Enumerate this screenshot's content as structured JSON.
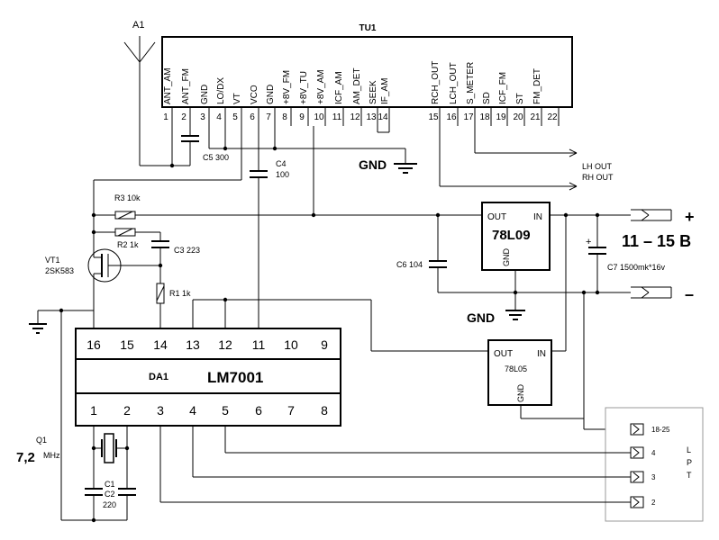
{
  "tuner": {
    "name": "TU1",
    "pins": [
      {
        "num": "1",
        "label": "ANT_AM"
      },
      {
        "num": "2",
        "label": "ANT_FM"
      },
      {
        "num": "3",
        "label": "GND"
      },
      {
        "num": "4",
        "label": "LO/DX"
      },
      {
        "num": "5",
        "label": "VT"
      },
      {
        "num": "6",
        "label": "VCO"
      },
      {
        "num": "7",
        "label": "GND"
      },
      {
        "num": "8",
        "label": "+8V_FM"
      },
      {
        "num": "9",
        "label": "+8V_TU"
      },
      {
        "num": "10",
        "label": "+8V_AM"
      },
      {
        "num": "11",
        "label": "ICF_AM"
      },
      {
        "num": "12",
        "label": "AM_DET"
      },
      {
        "num": "13",
        "label": "SEEK"
      },
      {
        "num": "14",
        "label": "IF_AM"
      },
      {
        "num": "15",
        "label": "RCH_OUT"
      },
      {
        "num": "16",
        "label": "LCH_OUT"
      },
      {
        "num": "17",
        "label": "S_METER"
      },
      {
        "num": "18",
        "label": "SD"
      },
      {
        "num": "19",
        "label": "ICF_FM"
      },
      {
        "num": "20",
        "label": "ST"
      },
      {
        "num": "21",
        "label": "FM_DET"
      },
      {
        "num": "22",
        "label": ""
      }
    ]
  },
  "antenna": "A1",
  "ic": {
    "ref": "DA1",
    "name": "LM7001",
    "top_pins": [
      "16",
      "15",
      "14",
      "13",
      "12",
      "11",
      "10",
      "9"
    ],
    "bottom_pins": [
      "1",
      "2",
      "3",
      "4",
      "5",
      "6",
      "7",
      "8"
    ]
  },
  "reg9": {
    "part": "78L09",
    "out": "OUT",
    "in": "IN",
    "gnd": "GND"
  },
  "reg5": {
    "part": "78L05",
    "out": "OUT",
    "in": "IN",
    "gnd": "GND"
  },
  "components": {
    "c5": "C5 300",
    "c4_ref": "C4",
    "c4_val": "100",
    "r3": "R3 10k",
    "r2": "R2 1k",
    "c3": "C3 223",
    "vt1_ref": "VT1",
    "vt1_type": "2SK583",
    "r1": "R1 1k",
    "c6": "C6 104",
    "c7": "C7 1500mk*16v",
    "c7_polarity": "+",
    "q1_ref": "Q1",
    "q1_freq": "7,2",
    "q1_unit": "MHz",
    "c1": "C1",
    "c2": "C2",
    "c12_val": "220"
  },
  "outputs": {
    "lh": "LH OUT",
    "rh": "RH OUT"
  },
  "power": {
    "plus": "+",
    "minus": "–",
    "voltage": "11 – 15 В"
  },
  "gnd": {
    "tuner": "GND",
    "reg": "GND"
  },
  "lpt": {
    "title": [
      "L",
      "P",
      "T"
    ],
    "pins": [
      "18-25",
      "4",
      "3",
      "2"
    ]
  }
}
